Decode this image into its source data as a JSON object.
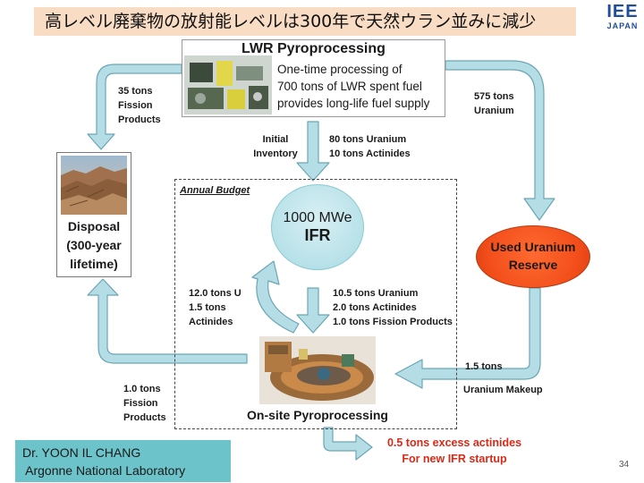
{
  "title": "高レベル廃棄物の放射能レベルは300年で天然ウラン並みに減少",
  "logo": {
    "line1": "IEE",
    "line2": "JAPAN"
  },
  "lwr": {
    "title": "LWR Pyroprocessing",
    "desc": [
      "One-time processing of",
      "700 tons of LWR spent fuel",
      "provides long-life fuel supply"
    ]
  },
  "flows": {
    "fission_top": [
      "35 tons",
      "Fission",
      "Products"
    ],
    "uranium_top": [
      "575 tons",
      "Uranium"
    ],
    "initial": [
      "Initial",
      "Inventory"
    ],
    "initial_amounts": [
      "80 tons Uranium",
      "10 tons Actinides"
    ],
    "recycle": [
      "12.0 tons U",
      "1.5 tons",
      "Actinides"
    ],
    "ifr_out": [
      "10.5 tons Uranium",
      "2.0 tons Actinides",
      "1.0 tons Fission Products"
    ],
    "fission_bottom": [
      "1.0 tons",
      "Fission",
      "Products"
    ],
    "makeup_amount": "1.5 tons",
    "makeup_label": "Uranium Makeup"
  },
  "disposal": [
    "Disposal",
    "(300-year",
    "lifetime)"
  ],
  "budget_label": "Annual Budget",
  "ifr": {
    "power": "1000 MWe",
    "name": "IFR"
  },
  "used_uranium": [
    "Used Uranium",
    "Reserve"
  ],
  "onsite": "On-site Pyroprocessing",
  "excess": [
    "0.5 tons excess actinides",
    "For new IFR startup"
  ],
  "credit": [
    "Dr. YOON IL CHANG",
    " Argonne National Laboratory"
  ],
  "page_number": "34",
  "colors": {
    "arrow_fill": "#b4dde6",
    "arrow_stroke": "#6aa6b4",
    "used_uranium": "#f24d1a",
    "excess_text": "#d82a18",
    "credit_bg": "#6cc3c9",
    "title_bg": "#f8dcc4"
  }
}
